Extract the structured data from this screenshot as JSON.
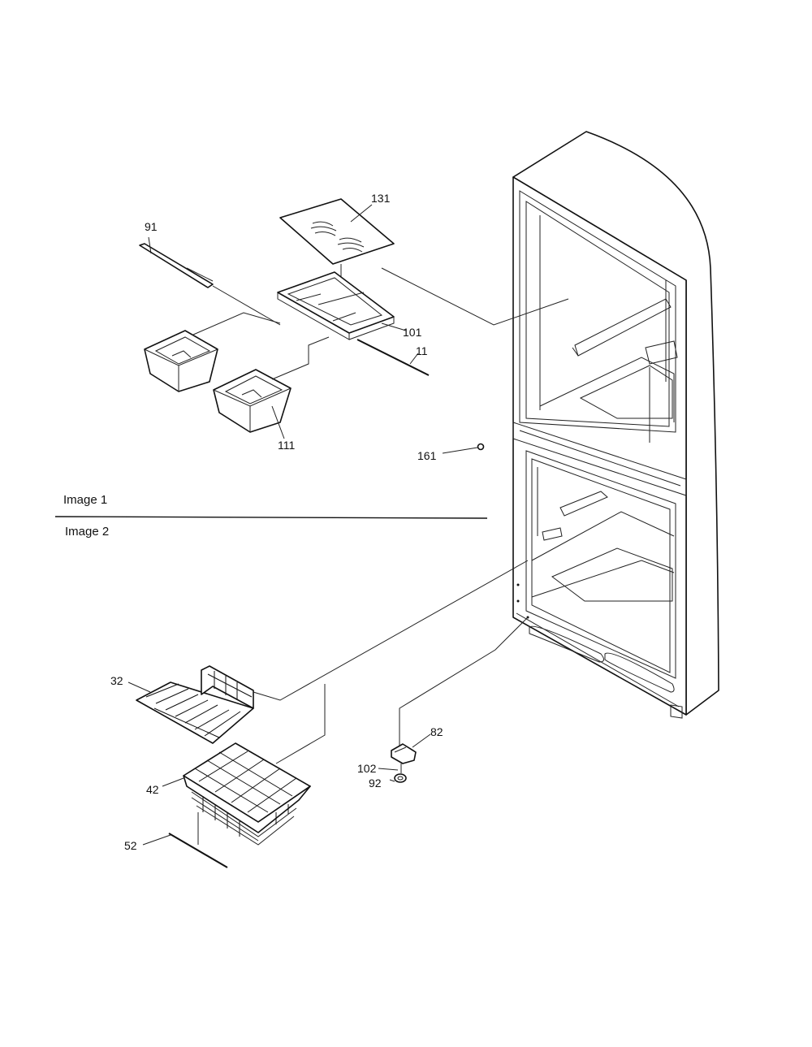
{
  "sections": {
    "image1": "Image 1",
    "image2": "Image 2"
  },
  "callouts": {
    "p131": "131",
    "p91": "91",
    "p101": "101",
    "p11": "11",
    "p111": "111",
    "p161": "161",
    "p32": "32",
    "p42": "42",
    "p52": "52",
    "p82": "82",
    "p102": "102",
    "p92": "92"
  }
}
